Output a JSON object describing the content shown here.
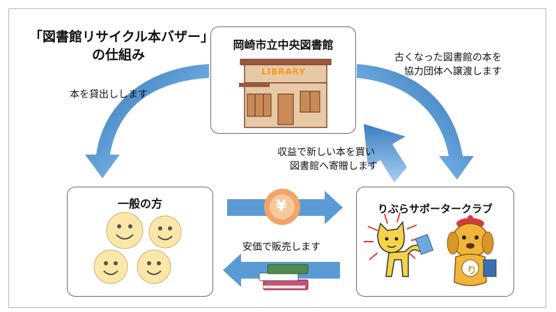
{
  "title": {
    "line1": "「図書館リサイクル本バザー」",
    "line2": "の仕組み"
  },
  "nodes": {
    "library": {
      "label": "岡崎市立中央図書館",
      "sign": "LIBRARY"
    },
    "public": {
      "label": "一般の方"
    },
    "club": {
      "label": "りぶらサポータークラブ",
      "mascot_badge": "り"
    }
  },
  "flows": {
    "lend": "本を貸出しします",
    "transfer": {
      "line1": "古くなった図書館の本を",
      "line2": "協力団体へ譲渡します"
    },
    "donate": {
      "line1": "収益で新しい本を買い",
      "line2": "図書館へ寄贈します"
    },
    "payment": {
      "symbol": "¥"
    },
    "sell": "安価で販売します"
  },
  "colors": {
    "arrow_blue": "#5b9bd5",
    "arrow_blue_dark": "#2f6eac",
    "building_wall": "#e8c9a6",
    "building_roof": "#9a5a3a",
    "face_fill": "#fbe7a7",
    "yen_circle": "#f2a566"
  }
}
